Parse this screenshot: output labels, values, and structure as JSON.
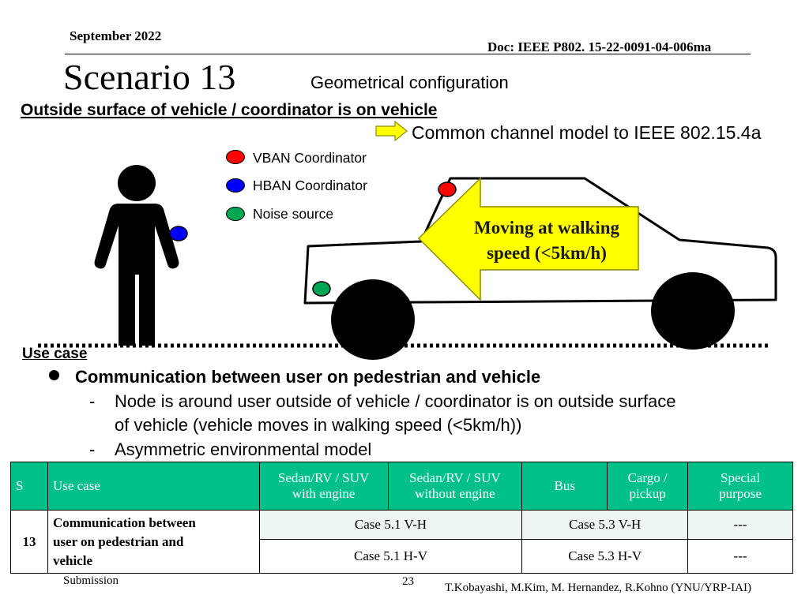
{
  "header": {
    "date": "September 2022",
    "doc": "Doc: IEEE P802. 15-22-0091-04-006ma"
  },
  "title": "Scenario 13",
  "subtitle": "Geometrical configuration",
  "heading": "Outside surface of vehicle / coordinator is on vehicle",
  "arrow_note": "Common channel model to IEEE 802.15.4a",
  "legend": {
    "vban": {
      "label": "VBAN Coordinator",
      "color": "#ff0000"
    },
    "hban": {
      "label": "HBAN Coordinator",
      "color": "#0000ff"
    },
    "noise": {
      "label": "Noise source",
      "color": "#00a651"
    }
  },
  "diagram": {
    "moving_label_line1": "Moving at walking",
    "moving_label_line2": "speed (<5km/h)",
    "arrow_fill": "#ffff00"
  },
  "use_case": {
    "heading": "Use case",
    "bullet": "Communication between user on pedestrian and vehicle",
    "sub_dash": "-",
    "sub1_line1": "Node is around user outside of vehicle / coordinator is on outside surface",
    "sub1_line2": "of vehicle (vehicle moves in walking speed (<5km/h))",
    "sub2": "Asymmetric environmental model"
  },
  "table": {
    "header_color": "#00c08a",
    "headers": {
      "s": "S",
      "use_case": "Use case",
      "sedan_engine_1": "Sedan/RV / SUV",
      "sedan_engine_2": "with engine",
      "sedan_noengine_1": "Sedan/RV / SUV",
      "sedan_noengine_2": "without engine",
      "bus": "Bus",
      "cargo_1": "Cargo /",
      "cargo_2": "pickup",
      "special_1": "Special",
      "special_2": "purpose"
    },
    "row": {
      "s": "13",
      "use_case_1": "Communication between",
      "use_case_2": "user on pedestrian and",
      "use_case_3": "vehicle",
      "r1_sedan": "Case 5.1 V-H",
      "r1_bus": "Case 5.3 V-H",
      "r1_special": "---",
      "r2_sedan": "Case 5.1 H-V",
      "r2_bus": "Case 5.3 H-V",
      "r2_special": "---"
    }
  },
  "footer": {
    "submission": "Submission",
    "page": "23",
    "authors": "T.Kobayashi, M.Kim, M. Hernandez, R.Kohno (YNU/YRP-IAI)"
  }
}
